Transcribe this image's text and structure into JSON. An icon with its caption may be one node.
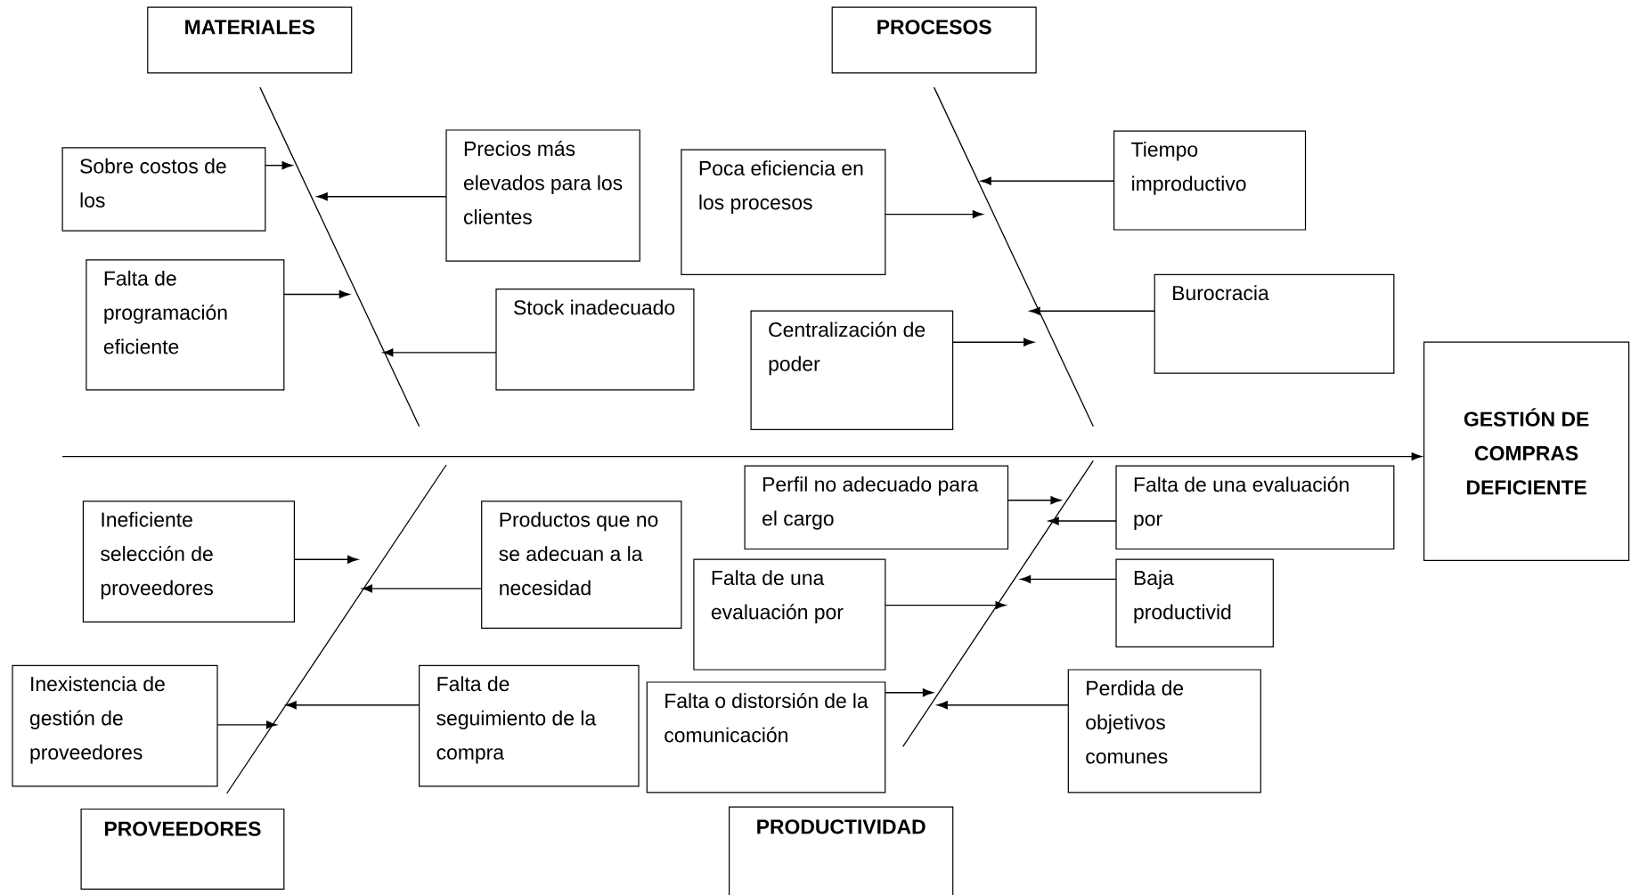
{
  "diagram": {
    "nodes": [
      {
        "text": [
          "MATERIALES"
        ]
      },
      {
        "text": [
          "PROCESOS"
        ]
      },
      {
        "text": [
          "Sobre costos de los"
        ]
      },
      {
        "text": [
          "Precios más elevados para los clientes"
        ]
      },
      {
        "text": [
          "Falta de programación eficiente"
        ]
      },
      {
        "text": [
          "Stock inadecuado"
        ]
      },
      {
        "text": [
          "Poca eficiencia en los procesos"
        ]
      },
      {
        "text": [
          "Tiempo improductivo"
        ]
      },
      {
        "text": [
          "Burocracia"
        ]
      },
      {
        "text": [
          "Centralización de poder"
        ]
      },
      {
        "text": [
          "GESTIÓN DE COMPRAS DEFICIENTE"
        ]
      },
      {
        "text": [
          "Ineficiente selección de proveedores"
        ]
      },
      {
        "text": [
          "Productos que no se adecuan a la necesidad"
        ]
      },
      {
        "text": [
          "Perfil no adecuado para el cargo"
        ]
      },
      {
        "text": [
          "Falta de una evaluación por"
        ]
      },
      {
        "text": [
          "Falta de una evaluación por"
        ]
      },
      {
        "text": [
          "Baja productivid"
        ]
      },
      {
        "text": [
          "Inexistencia de gestión de proveedores"
        ]
      },
      {
        "text": [
          "Falta de seguimiento de la compra"
        ]
      },
      {
        "text": [
          "Falta o distorsión de la comunicación"
        ]
      },
      {
        "text": [
          "Perdida de objetivos comunes"
        ]
      },
      {
        "text": [
          "PROVEEDORES"
        ]
      },
      {
        "text": [
          "PRODUCTIVIDAD"
        ]
      }
    ],
    "edges": [
      {
        "from": 2,
        "to": null,
        "arrow": "to"
      },
      {
        "from": 3,
        "to": null,
        "arrow": "to"
      },
      {
        "from": 4,
        "to": null,
        "arrow": "to"
      },
      {
        "from": 5,
        "to": null,
        "arrow": "to"
      },
      {
        "from": 6,
        "to": null,
        "arrow": "to"
      },
      {
        "from": 7,
        "to": null,
        "arrow": "to"
      },
      {
        "from": 8,
        "to": null,
        "arrow": "to"
      },
      {
        "from": 9,
        "to": null,
        "arrow": "to"
      },
      {
        "from": null,
        "to": 10,
        "arrow": "to"
      },
      {
        "from": 11,
        "to": null,
        "arrow": "to"
      },
      {
        "from": 12,
        "to": null,
        "arrow": "to"
      },
      {
        "from": 17,
        "to": null,
        "arrow": "to"
      },
      {
        "from": 18,
        "to": null,
        "arrow": "to"
      },
      {
        "from": 13,
        "to": null,
        "arrow": "to"
      },
      {
        "from": 14,
        "to": null,
        "arrow": "to"
      },
      {
        "from": 15,
        "to": null,
        "arrow": "to"
      },
      {
        "from": 16,
        "to": null,
        "arrow": "to"
      },
      {
        "from": 19,
        "to": null,
        "arrow": "to"
      },
      {
        "from": 20,
        "to": null,
        "arrow": "to"
      }
    ]
  }
}
